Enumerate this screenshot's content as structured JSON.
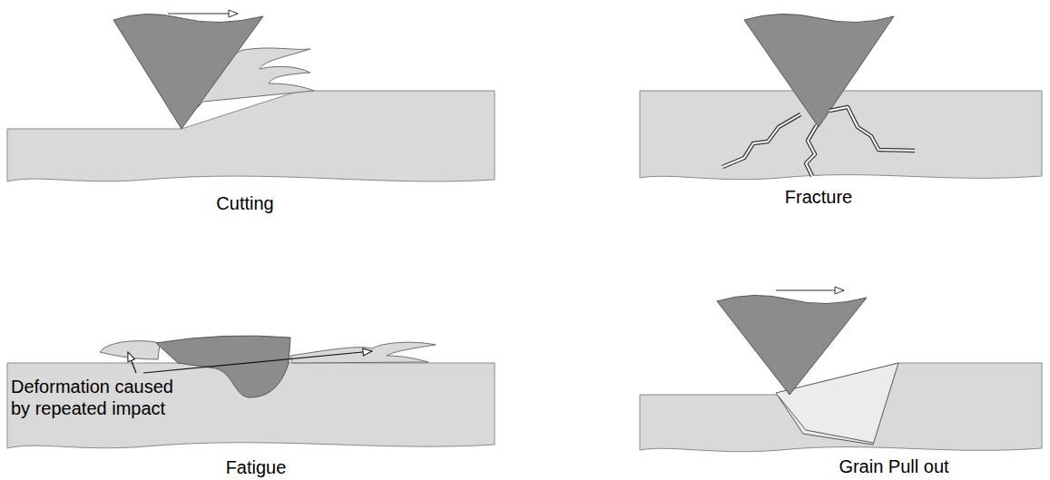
{
  "diagram": {
    "labels": [
      "Cutting",
      "Fracture",
      "Deformation caused by repeated impact",
      "Fatigue",
      "Grain Pull out"
    ]
  }
}
